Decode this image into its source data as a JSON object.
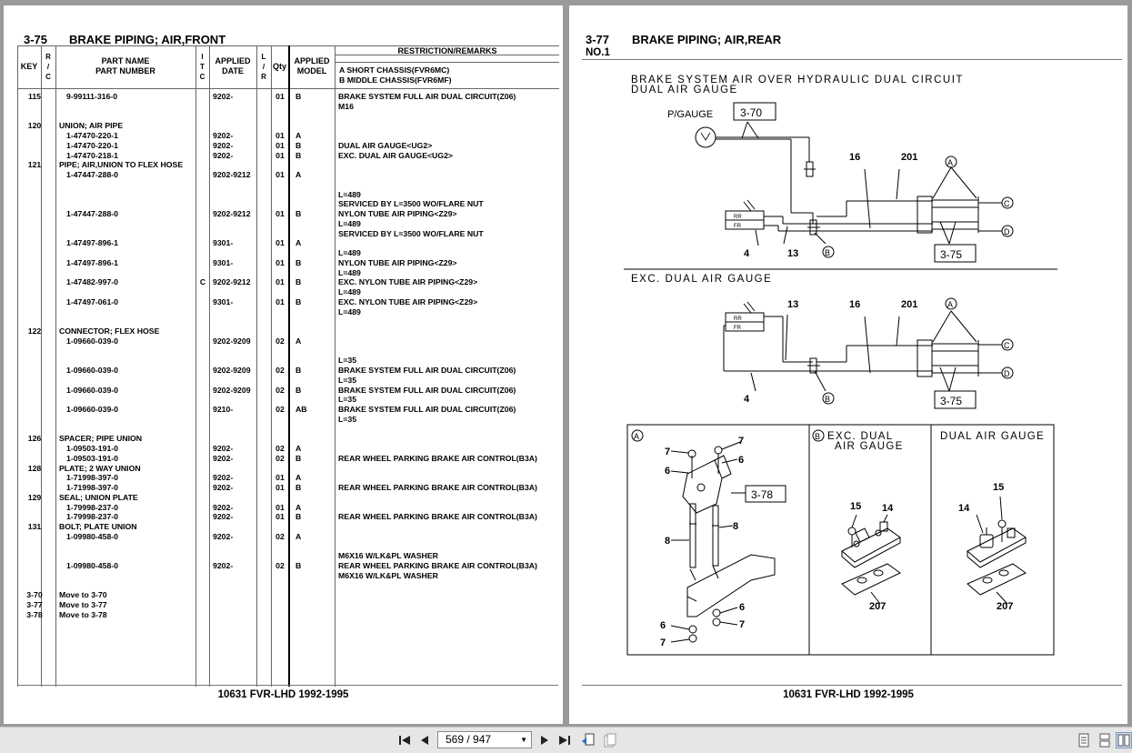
{
  "left_page": {
    "section": "3-75",
    "title": "BRAKE PIPING; AIR,FRONT",
    "footer": "10631 FVR-LHD 1992-1995",
    "header": {
      "key": "KEY",
      "rc": [
        "R",
        "/",
        "C"
      ],
      "part_name": "PART NAME",
      "part_number": "PART NUMBER",
      "itc": [
        "I",
        "T",
        "C"
      ],
      "applied_date": [
        "APPLIED",
        "DATE"
      ],
      "lr": [
        "L",
        "/",
        "R"
      ],
      "qty": "Qty",
      "applied_model": [
        "APPLIED",
        "MODEL"
      ],
      "remarks": "RESTRICTION/REMARKS",
      "remark_lines": [
        "A SHORT CHASSIS(FVR6MC)",
        "B MIDDLE CHASSIS(FVR6MF)"
      ]
    },
    "rows": [
      {
        "key": "115",
        "rc": "",
        "part": "9-99111-316-0",
        "indent": true,
        "itc": "",
        "date": "9202-",
        "lr": "",
        "qty": "01",
        "model": "B",
        "rem": "BRAKE SYSTEM FULL AIR DUAL CIRCUIT(Z06)"
      },
      {
        "key": "",
        "rc": "",
        "part": "",
        "indent": false,
        "itc": "",
        "date": "",
        "lr": "",
        "qty": "",
        "model": "",
        "rem": "M16"
      },
      {
        "key": "",
        "rc": "",
        "part": "",
        "indent": false,
        "itc": "",
        "date": "",
        "lr": "",
        "qty": "",
        "model": "",
        "rem": ""
      },
      {
        "key": "120",
        "rc": "",
        "part": "UNION; AIR PIPE",
        "indent": false,
        "itc": "",
        "date": "",
        "lr": "",
        "qty": "",
        "model": "",
        "rem": ""
      },
      {
        "key": "",
        "rc": "",
        "part": "1-47470-220-1",
        "indent": true,
        "itc": "",
        "date": "9202-",
        "lr": "",
        "qty": "01",
        "model": "A",
        "rem": ""
      },
      {
        "key": "",
        "rc": "",
        "part": "1-47470-220-1",
        "indent": true,
        "itc": "",
        "date": "9202-",
        "lr": "",
        "qty": "01",
        "model": "B",
        "rem": "DUAL AIR GAUGE<UG2>"
      },
      {
        "key": "",
        "rc": "",
        "part": "1-47470-218-1",
        "indent": true,
        "itc": "",
        "date": "9202-",
        "lr": "",
        "qty": "01",
        "model": "B",
        "rem": "EXC. DUAL AIR GAUGE<UG2>"
      },
      {
        "key": "121",
        "rc": "",
        "part": "PIPE; AIR,UNION TO FLEX HOSE",
        "indent": false,
        "itc": "",
        "date": "",
        "lr": "",
        "qty": "",
        "model": "",
        "rem": ""
      },
      {
        "key": "",
        "rc": "",
        "part": "1-47447-288-0",
        "indent": true,
        "itc": "",
        "date": "9202-9212",
        "lr": "",
        "qty": "01",
        "model": "A",
        "rem": ""
      },
      {
        "key": "",
        "rc": "",
        "part": "",
        "indent": false,
        "itc": "",
        "date": "",
        "lr": "",
        "qty": "",
        "model": "",
        "rem": ""
      },
      {
        "key": "",
        "rc": "",
        "part": "",
        "indent": false,
        "itc": "",
        "date": "",
        "lr": "",
        "qty": "",
        "model": "",
        "rem": "L=489"
      },
      {
        "key": "",
        "rc": "",
        "part": "",
        "indent": false,
        "itc": "",
        "date": "",
        "lr": "",
        "qty": "",
        "model": "",
        "rem": "SERVICED BY L=3500 WO/FLARE NUT"
      },
      {
        "key": "",
        "rc": "",
        "part": "1-47447-288-0",
        "indent": true,
        "itc": "",
        "date": "9202-9212",
        "lr": "",
        "qty": "01",
        "model": "B",
        "rem": "NYLON TUBE AIR PIPING<Z29>"
      },
      {
        "key": "",
        "rc": "",
        "part": "",
        "indent": false,
        "itc": "",
        "date": "",
        "lr": "",
        "qty": "",
        "model": "",
        "rem": "L=489"
      },
      {
        "key": "",
        "rc": "",
        "part": "",
        "indent": false,
        "itc": "",
        "date": "",
        "lr": "",
        "qty": "",
        "model": "",
        "rem": "SERVICED BY L=3500 WO/FLARE NUT"
      },
      {
        "key": "",
        "rc": "",
        "part": "1-47497-896-1",
        "indent": true,
        "itc": "",
        "date": "9301-",
        "lr": "",
        "qty": "01",
        "model": "A",
        "rem": ""
      },
      {
        "key": "",
        "rc": "",
        "part": "",
        "indent": false,
        "itc": "",
        "date": "",
        "lr": "",
        "qty": "",
        "model": "",
        "rem": "L=489"
      },
      {
        "key": "",
        "rc": "",
        "part": "1-47497-896-1",
        "indent": true,
        "itc": "",
        "date": "9301-",
        "lr": "",
        "qty": "01",
        "model": "B",
        "rem": "NYLON TUBE AIR PIPING<Z29>"
      },
      {
        "key": "",
        "rc": "",
        "part": "",
        "indent": false,
        "itc": "",
        "date": "",
        "lr": "",
        "qty": "",
        "model": "",
        "rem": "L=489"
      },
      {
        "key": "",
        "rc": "",
        "part": "1-47482-997-0",
        "indent": true,
        "itc": "C",
        "date": "9202-9212",
        "lr": "",
        "qty": "01",
        "model": "B",
        "rem": "EXC. NYLON TUBE AIR PIPING<Z29>"
      },
      {
        "key": "",
        "rc": "",
        "part": "",
        "indent": false,
        "itc": "",
        "date": "",
        "lr": "",
        "qty": "",
        "model": "",
        "rem": "L=489"
      },
      {
        "key": "",
        "rc": "",
        "part": "1-47497-061-0",
        "indent": true,
        "itc": "",
        "date": "9301-",
        "lr": "",
        "qty": "01",
        "model": "B",
        "rem": "EXC. NYLON TUBE AIR PIPING<Z29>"
      },
      {
        "key": "",
        "rc": "",
        "part": "",
        "indent": false,
        "itc": "",
        "date": "",
        "lr": "",
        "qty": "",
        "model": "",
        "rem": "L=489"
      },
      {
        "key": "",
        "rc": "",
        "part": "",
        "indent": false,
        "itc": "",
        "date": "",
        "lr": "",
        "qty": "",
        "model": "",
        "rem": ""
      },
      {
        "key": "122",
        "rc": "",
        "part": "CONNECTOR; FLEX HOSE",
        "indent": false,
        "itc": "",
        "date": "",
        "lr": "",
        "qty": "",
        "model": "",
        "rem": ""
      },
      {
        "key": "",
        "rc": "",
        "part": "1-09660-039-0",
        "indent": true,
        "itc": "",
        "date": "9202-9209",
        "lr": "",
        "qty": "02",
        "model": "A",
        "rem": ""
      },
      {
        "key": "",
        "rc": "",
        "part": "",
        "indent": false,
        "itc": "",
        "date": "",
        "lr": "",
        "qty": "",
        "model": "",
        "rem": ""
      },
      {
        "key": "",
        "rc": "",
        "part": "",
        "indent": false,
        "itc": "",
        "date": "",
        "lr": "",
        "qty": "",
        "model": "",
        "rem": "L=35"
      },
      {
        "key": "",
        "rc": "",
        "part": "1-09660-039-0",
        "indent": true,
        "itc": "",
        "date": "9202-9209",
        "lr": "",
        "qty": "02",
        "model": "B",
        "rem": "BRAKE SYSTEM FULL AIR DUAL CIRCUIT(Z06)"
      },
      {
        "key": "",
        "rc": "",
        "part": "",
        "indent": false,
        "itc": "",
        "date": "",
        "lr": "",
        "qty": "",
        "model": "",
        "rem": "L=35"
      },
      {
        "key": "",
        "rc": "",
        "part": "1-09660-039-0",
        "indent": true,
        "itc": "",
        "date": "9202-9209",
        "lr": "",
        "qty": "02",
        "model": "B",
        "rem": "BRAKE SYSTEM FULL AIR DUAL CIRCUIT(Z06)"
      },
      {
        "key": "",
        "rc": "",
        "part": "",
        "indent": false,
        "itc": "",
        "date": "",
        "lr": "",
        "qty": "",
        "model": "",
        "rem": "L=35"
      },
      {
        "key": "",
        "rc": "",
        "part": "1-09660-039-0",
        "indent": true,
        "itc": "",
        "date": "9210-",
        "lr": "",
        "qty": "02",
        "model": "AB",
        "rem": "BRAKE SYSTEM FULL AIR DUAL CIRCUIT(Z06)"
      },
      {
        "key": "",
        "rc": "",
        "part": "",
        "indent": false,
        "itc": "",
        "date": "",
        "lr": "",
        "qty": "",
        "model": "",
        "rem": "L=35"
      },
      {
        "key": "",
        "rc": "",
        "part": "",
        "indent": false,
        "itc": "",
        "date": "",
        "lr": "",
        "qty": "",
        "model": "",
        "rem": ""
      },
      {
        "key": "126",
        "rc": "",
        "part": "SPACER; PIPE UNION",
        "indent": false,
        "itc": "",
        "date": "",
        "lr": "",
        "qty": "",
        "model": "",
        "rem": ""
      },
      {
        "key": "",
        "rc": "",
        "part": "1-09503-191-0",
        "indent": true,
        "itc": "",
        "date": "9202-",
        "lr": "",
        "qty": "02",
        "model": "A",
        "rem": ""
      },
      {
        "key": "",
        "rc": "",
        "part": "1-09503-191-0",
        "indent": true,
        "itc": "",
        "date": "9202-",
        "lr": "",
        "qty": "02",
        "model": "B",
        "rem": "REAR WHEEL PARKING BRAKE AIR CONTROL(B3A)"
      },
      {
        "key": "128",
        "rc": "",
        "part": "PLATE; 2 WAY UNION",
        "indent": false,
        "itc": "",
        "date": "",
        "lr": "",
        "qty": "",
        "model": "",
        "rem": ""
      },
      {
        "key": "",
        "rc": "",
        "part": "1-71998-397-0",
        "indent": true,
        "itc": "",
        "date": "9202-",
        "lr": "",
        "qty": "01",
        "model": "A",
        "rem": ""
      },
      {
        "key": "",
        "rc": "",
        "part": "1-71998-397-0",
        "indent": true,
        "itc": "",
        "date": "9202-",
        "lr": "",
        "qty": "01",
        "model": "B",
        "rem": "REAR WHEEL PARKING BRAKE AIR CONTROL(B3A)"
      },
      {
        "key": "129",
        "rc": "",
        "part": "SEAL; UNION PLATE",
        "indent": false,
        "itc": "",
        "date": "",
        "lr": "",
        "qty": "",
        "model": "",
        "rem": ""
      },
      {
        "key": "",
        "rc": "",
        "part": "1-79998-237-0",
        "indent": true,
        "itc": "",
        "date": "9202-",
        "lr": "",
        "qty": "01",
        "model": "A",
        "rem": ""
      },
      {
        "key": "",
        "rc": "",
        "part": "1-79998-237-0",
        "indent": true,
        "itc": "",
        "date": "9202-",
        "lr": "",
        "qty": "01",
        "model": "B",
        "rem": "REAR WHEEL PARKING BRAKE AIR CONTROL(B3A)"
      },
      {
        "key": "131",
        "rc": "",
        "part": "BOLT; PLATE UNION",
        "indent": false,
        "itc": "",
        "date": "",
        "lr": "",
        "qty": "",
        "model": "",
        "rem": ""
      },
      {
        "key": "",
        "rc": "",
        "part": "1-09980-458-0",
        "indent": true,
        "itc": "",
        "date": "9202-",
        "lr": "",
        "qty": "02",
        "model": "A",
        "rem": ""
      },
      {
        "key": "",
        "rc": "",
        "part": "",
        "indent": false,
        "itc": "",
        "date": "",
        "lr": "",
        "qty": "",
        "model": "",
        "rem": ""
      },
      {
        "key": "",
        "rc": "",
        "part": "",
        "indent": false,
        "itc": "",
        "date": "",
        "lr": "",
        "qty": "",
        "model": "",
        "rem": "M6X16 W/LK&PL WASHER"
      },
      {
        "key": "",
        "rc": "",
        "part": "1-09980-458-0",
        "indent": true,
        "itc": "",
        "date": "9202-",
        "lr": "",
        "qty": "02",
        "model": "B",
        "rem": "REAR WHEEL PARKING BRAKE AIR CONTROL(B3A)"
      },
      {
        "key": "",
        "rc": "",
        "part": "",
        "indent": false,
        "itc": "",
        "date": "",
        "lr": "",
        "qty": "",
        "model": "",
        "rem": "M6X16 W/LK&PL WASHER"
      },
      {
        "key": "",
        "rc": "",
        "part": "",
        "indent": false,
        "itc": "",
        "date": "",
        "lr": "",
        "qty": "",
        "model": "",
        "rem": ""
      },
      {
        "key": "3-70",
        "rc": "",
        "part": "Move to 3-70",
        "indent": false,
        "itc": "",
        "date": "",
        "lr": "",
        "qty": "",
        "model": "",
        "rem": ""
      },
      {
        "key": "3-77",
        "rc": "",
        "part": "Move to 3-77",
        "indent": false,
        "itc": "",
        "date": "",
        "lr": "",
        "qty": "",
        "model": "",
        "rem": ""
      },
      {
        "key": "3-78",
        "rc": "",
        "part": "Move to 3-78",
        "indent": false,
        "itc": "",
        "date": "",
        "lr": "",
        "qty": "",
        "model": "",
        "rem": ""
      }
    ]
  },
  "right_page": {
    "section": "3-77",
    "title": "BRAKE PIPING; AIR,REAR",
    "subtitle": "NO.1",
    "footer": "10631 FVR-LHD 1992-1995",
    "diagram": {
      "top_heading_1": "BRAKE SYSTEM AIR OVER HYDRAULIC DUAL CIRCUIT",
      "top_heading_2": "DUAL AIR GAUGE",
      "p_gauge": "P/GAUGE",
      "ref_3_70": "3-70",
      "ref_3_75": "3-75",
      "ref_3_78": "3-78",
      "rr": "RR",
      "fr": "FR",
      "mid_heading": "EXC. DUAL AIR GAUGE",
      "n4": "4",
      "n13": "13",
      "n16": "16",
      "n201": "201",
      "n6": "6",
      "n7": "7",
      "n8": "8",
      "n14": "14",
      "n15": "15",
      "n207": "207",
      "mA": "A",
      "mB": "B",
      "mC": "C",
      "mD": "D",
      "panel_b_1": "EXC. DUAL",
      "panel_b_2": "AIR GAUGE",
      "panel_c": "DUAL AIR GAUGE"
    }
  },
  "toolbar": {
    "page_indicator": "569 / 947"
  }
}
